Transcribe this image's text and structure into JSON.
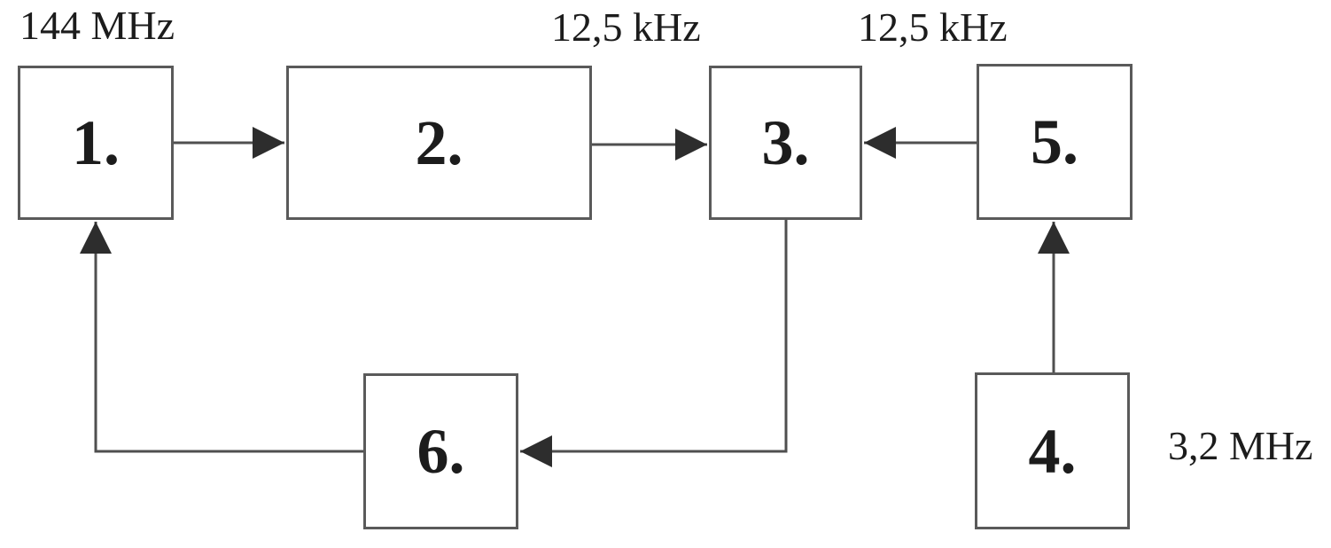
{
  "diagram": {
    "type": "block-diagram",
    "description": "Six numbered blocks connected by arrows with frequency annotations",
    "colors": {
      "background": "#ffffff",
      "line": "#4f4f4f",
      "arrowhead": "#2d2d2d",
      "border": "#5a5a5a",
      "text": "#1c1c1c"
    },
    "blocks": [
      {
        "id": "1",
        "label": "1."
      },
      {
        "id": "2",
        "label": "2."
      },
      {
        "id": "3",
        "label": "3."
      },
      {
        "id": "4",
        "label": "4."
      },
      {
        "id": "5",
        "label": "5."
      },
      {
        "id": "6",
        "label": "6."
      }
    ],
    "annotations": [
      {
        "text": "144 MHz",
        "attached_to": "block-1",
        "position": "above-left"
      },
      {
        "text": "12,5 kHz",
        "attached_to": "link-2-to-3",
        "position": "above"
      },
      {
        "text": "12,5 kHz",
        "attached_to": "link-5-to-3",
        "position": "above"
      },
      {
        "text": "3,2 MHz",
        "attached_to": "block-4",
        "position": "right"
      }
    ],
    "connections": [
      {
        "from": "1",
        "to": "2",
        "route": "straight-right"
      },
      {
        "from": "2",
        "to": "3",
        "route": "straight-right"
      },
      {
        "from": "5",
        "to": "3",
        "route": "straight-left"
      },
      {
        "from": "4",
        "to": "5",
        "route": "straight-up"
      },
      {
        "from": "3",
        "to": "6",
        "route": "down-then-left"
      },
      {
        "from": "6",
        "to": "1",
        "route": "left-then-up"
      }
    ]
  }
}
